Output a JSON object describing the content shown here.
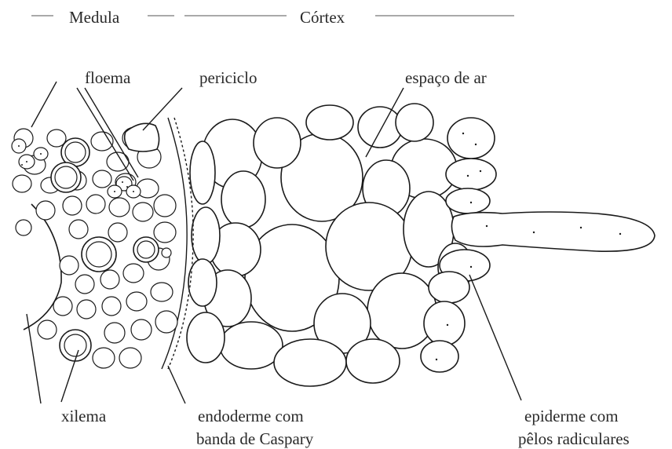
{
  "header": {
    "medula": "Medula",
    "cortex": "Córtex"
  },
  "labels": {
    "floema": "floema",
    "periciclo": "periciclo",
    "espaco_de_ar": "espaço de ar",
    "xilema": "xilema",
    "endoderme_line1": "endoderme com",
    "endoderme_line2": "banda de Caspary",
    "epiderme_line1": "epiderme com",
    "epiderme_line2": "pêlos radiculares"
  }
}
